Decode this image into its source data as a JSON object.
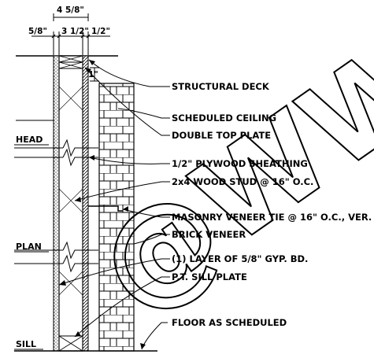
{
  "dimensions": {
    "overall": "4 5/8\"",
    "gyp": "5/8\"",
    "stud": "3 1/2\"",
    "sheathing": "1/2\"",
    "gap": "1\""
  },
  "side_labels": {
    "head": "HEAD",
    "plan": "PLAN",
    "sill": "SILL"
  },
  "notes": [
    "STRUCTURAL DECK",
    "SCHEDULED CEILING",
    "DOUBLE TOP PLATE",
    "1/2\" PLYWOOD SHEATHING",
    "2x4 WOOD STUD @ 16\" O.C.",
    "MASONRY VENEER TIE @ 16\" O.C., VER.",
    "BRICK VENEER",
    "(1) LAYER OF 5/8\" GYP. BD.",
    "P.T. SILL PLATE",
    "FLOOR AS SCHEDULED"
  ],
  "watermark": "@WWW"
}
